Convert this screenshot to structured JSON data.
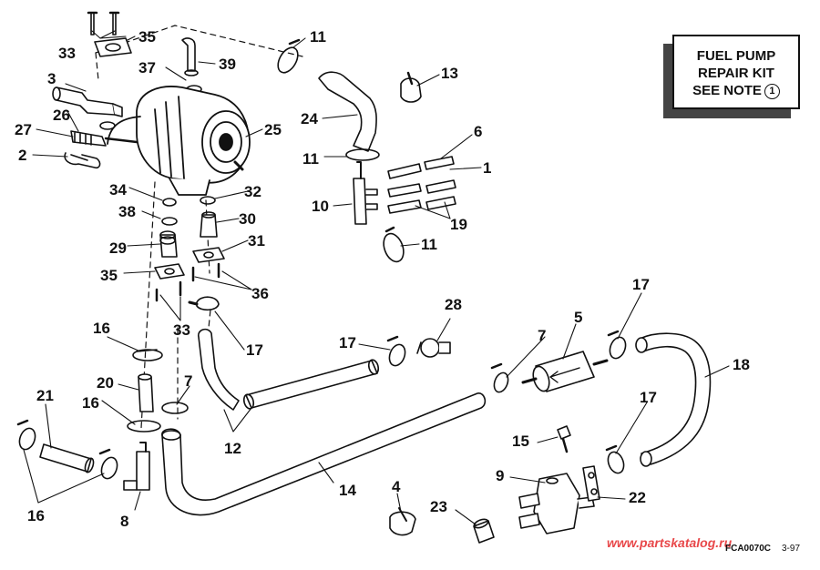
{
  "kit_note": {
    "line1": "FUEL PUMP",
    "line2": "REPAIR KIT",
    "line3": "SEE NOTE",
    "note_number": "1"
  },
  "callouts": [
    {
      "key": "33a",
      "text": "33"
    },
    {
      "key": "35a",
      "text": "35"
    },
    {
      "key": "11a",
      "text": "11"
    },
    {
      "key": "37",
      "text": "37"
    },
    {
      "key": "39",
      "text": "39"
    },
    {
      "key": "13",
      "text": "13"
    },
    {
      "key": "3",
      "text": "3"
    },
    {
      "key": "26",
      "text": "26"
    },
    {
      "key": "27",
      "text": "27"
    },
    {
      "key": "2",
      "text": "2"
    },
    {
      "key": "25",
      "text": "25"
    },
    {
      "key": "24",
      "text": "24"
    },
    {
      "key": "6",
      "text": "6"
    },
    {
      "key": "1",
      "text": "1"
    },
    {
      "key": "11b",
      "text": "11"
    },
    {
      "key": "34",
      "text": "34"
    },
    {
      "key": "32",
      "text": "32"
    },
    {
      "key": "10",
      "text": "10"
    },
    {
      "key": "38",
      "text": "38"
    },
    {
      "key": "30",
      "text": "30"
    },
    {
      "key": "19",
      "text": "19"
    },
    {
      "key": "29",
      "text": "29"
    },
    {
      "key": "31",
      "text": "31"
    },
    {
      "key": "11c",
      "text": "11"
    },
    {
      "key": "35b",
      "text": "35"
    },
    {
      "key": "36",
      "text": "36"
    },
    {
      "key": "17a",
      "text": "17"
    },
    {
      "key": "28",
      "text": "28"
    },
    {
      "key": "33b",
      "text": "33"
    },
    {
      "key": "5",
      "text": "5"
    },
    {
      "key": "16a",
      "text": "16"
    },
    {
      "key": "17b",
      "text": "17"
    },
    {
      "key": "17c",
      "text": "17"
    },
    {
      "key": "7a",
      "text": "7"
    },
    {
      "key": "18",
      "text": "18"
    },
    {
      "key": "20",
      "text": "20"
    },
    {
      "key": "7b",
      "text": "7"
    },
    {
      "key": "21",
      "text": "21"
    },
    {
      "key": "16b",
      "text": "16"
    },
    {
      "key": "17d",
      "text": "17"
    },
    {
      "key": "12",
      "text": "12"
    },
    {
      "key": "15",
      "text": "15"
    },
    {
      "key": "14",
      "text": "14"
    },
    {
      "key": "9",
      "text": "9"
    },
    {
      "key": "4",
      "text": "4"
    },
    {
      "key": "22",
      "text": "22"
    },
    {
      "key": "23",
      "text": "23"
    },
    {
      "key": "16c",
      "text": "16"
    },
    {
      "key": "8",
      "text": "8"
    }
  ],
  "watermark": "www.partskatalog.ru",
  "figure_code": "FCA0070C",
  "figure_date": "3-97"
}
